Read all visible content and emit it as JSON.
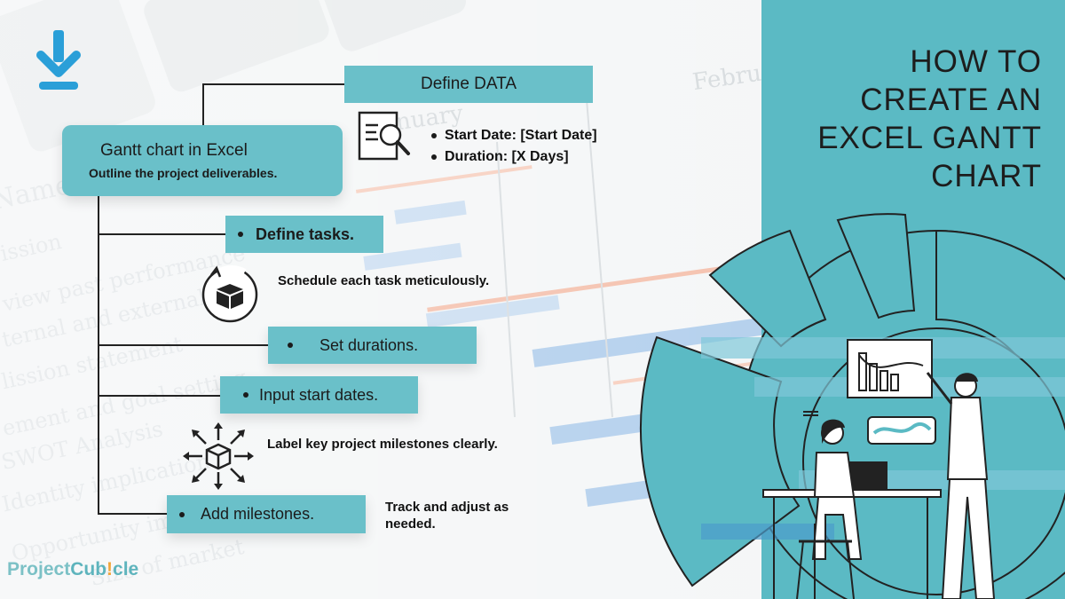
{
  "headline": {
    "lines": [
      "HOW TO",
      "CREATE AN",
      "EXCEL GANTT",
      "CHART"
    ]
  },
  "root": {
    "title": "Gantt chart in Excel",
    "subtitle": "Outline the project deliverables."
  },
  "define_data": {
    "label": "Define DATA",
    "bullets": [
      "Start Date: [Start Date]",
      "Duration: [X Days]"
    ]
  },
  "steps": {
    "define_tasks": "Define tasks.",
    "schedule_note": "Schedule each task meticulously.",
    "set_durations": "Set durations.",
    "input_start": "Input start dates.",
    "milestone_note": "Label key project milestones clearly.",
    "add_milestones": "Add milestones.",
    "track_note": "Track and adjust as needed."
  },
  "logo": {
    "part1": "Project",
    "part2": "Cub",
    "part3": "!",
    "part4": "cle"
  },
  "colors": {
    "teal": "#5bbac4",
    "box": "#6ac0c9",
    "accent_blue": "#2a9fd8",
    "orange": "#f1a63b"
  }
}
